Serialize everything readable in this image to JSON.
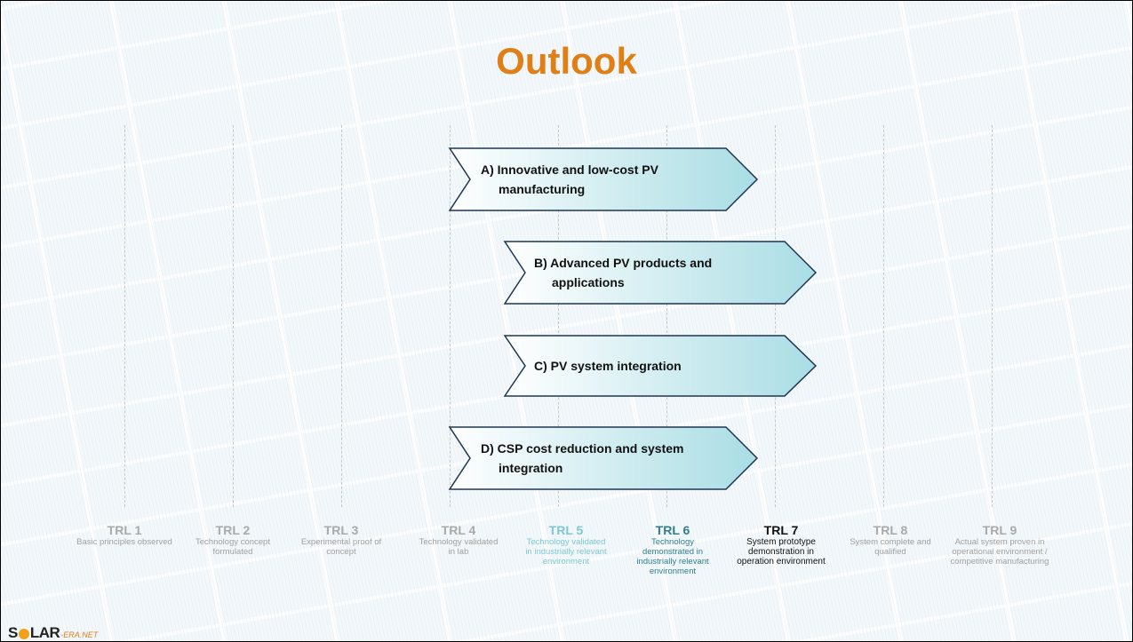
{
  "title": "Outlook",
  "arrows": [
    {
      "line1": "A) Innovative and low-cost PV",
      "line2": "manufacturing"
    },
    {
      "line1": "B) Advanced PV products and",
      "line2": "applications"
    },
    {
      "line1": "C) PV system integration",
      "line2": ""
    },
    {
      "line1": "D) CSP cost reduction and system",
      "line2": "integration"
    }
  ],
  "trl_levels": [
    {
      "name": "TRL 1",
      "desc": [
        "Basic principles observed"
      ]
    },
    {
      "name": "TRL 2",
      "desc": [
        "Technology concept",
        "formulated"
      ]
    },
    {
      "name": "TRL 3",
      "desc": [
        "Experimental proof of",
        "concept"
      ]
    },
    {
      "name": "TRL 4",
      "desc": [
        "Technology validated",
        "in lab"
      ]
    },
    {
      "name": "TRL 5",
      "desc": [
        "Technology validated",
        "in industrially relevant",
        "environment"
      ]
    },
    {
      "name": "TRL 6",
      "desc": [
        "Technology",
        "demonstrated in",
        "industrially relevant",
        "environment"
      ]
    },
    {
      "name": "TRL 7",
      "desc": [
        "System prototype",
        "demonstration in",
        "operation environment"
      ]
    },
    {
      "name": "TRL 8",
      "desc": [
        "System complete and",
        "qualified"
      ]
    },
    {
      "name": "TRL 9",
      "desc": [
        "Actual system proven in",
        "operational environment /",
        "competitive manufacturing"
      ]
    }
  ],
  "colors": {
    "title": "#e07f16",
    "arrow_fill_start": "#ffffff",
    "arrow_fill_end": "#a9dde4",
    "arrow_stroke": "#1f3553"
  },
  "logo": {
    "text": "SOLAR",
    "suffix": "-ERA.NET"
  }
}
